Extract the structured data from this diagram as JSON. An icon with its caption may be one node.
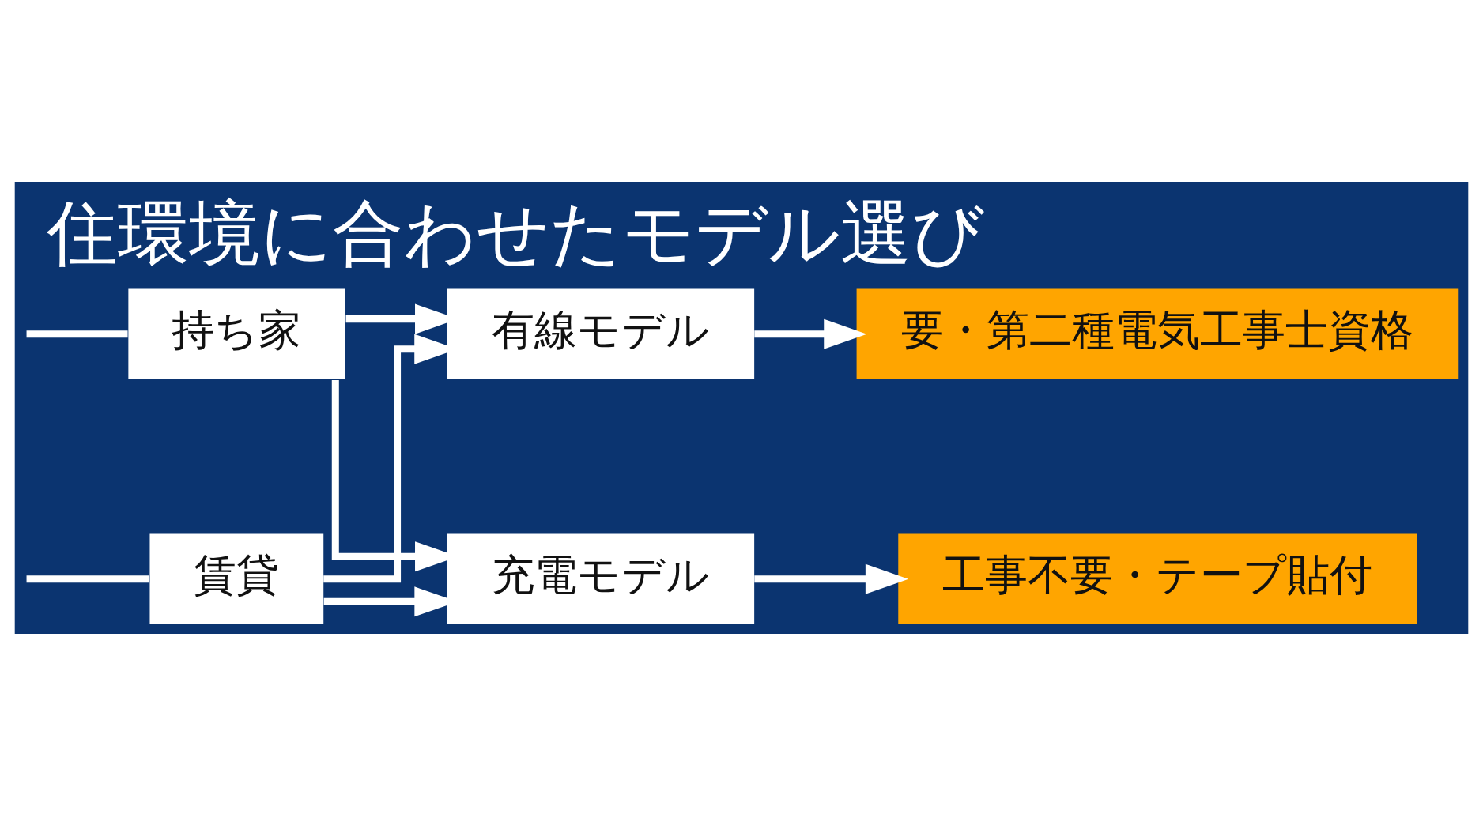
{
  "diagram": {
    "title": "住環境に合わせたモデル選び",
    "nodes": [
      {
        "text": [
          "持ち家"
        ]
      },
      {
        "text": [
          "賃貸"
        ]
      },
      {
        "text": [
          "有線モデル"
        ]
      },
      {
        "text": [
          "充電モデル"
        ]
      },
      {
        "text": [
          "要・第二種電気工事士資格"
        ]
      },
      {
        "text": [
          "工事不要・テープ貼付"
        ]
      }
    ],
    "edges": [
      {
        "from": null,
        "to": 0,
        "arrow": "none"
      },
      {
        "from": null,
        "to": 1,
        "arrow": "none"
      },
      {
        "from": 0,
        "to": 2,
        "arrow": "to"
      },
      {
        "from": 0,
        "to": 3,
        "arrow": "to"
      },
      {
        "from": 1,
        "to": 2,
        "arrow": "to"
      },
      {
        "from": 1,
        "to": 3,
        "arrow": "to"
      },
      {
        "from": 2,
        "to": 4,
        "arrow": "to"
      },
      {
        "from": 3,
        "to": 5,
        "arrow": "to"
      }
    ]
  }
}
